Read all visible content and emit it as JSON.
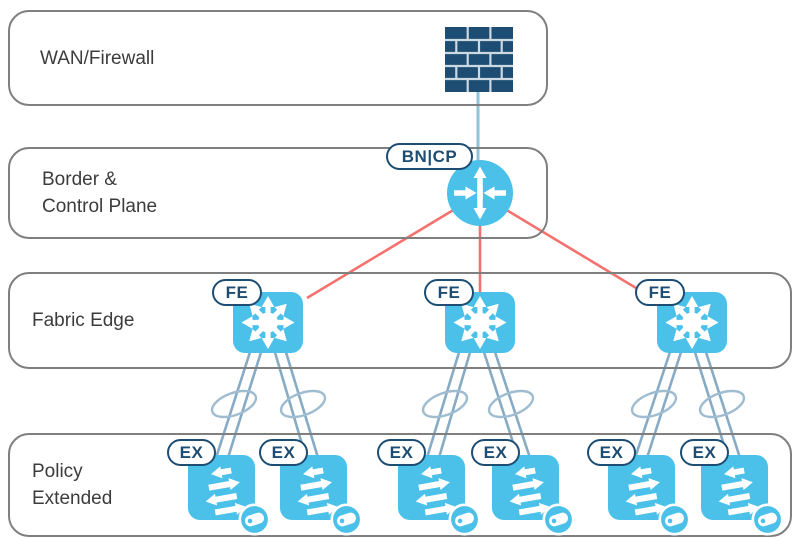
{
  "bands": [
    {
      "id": "wan-firewall",
      "lines": [
        "WAN/Firewall"
      ]
    },
    {
      "id": "border-control-plane",
      "lines": [
        "Border &",
        "Control Plane"
      ]
    },
    {
      "id": "fabric-edge",
      "lines": [
        "Fabric Edge"
      ]
    },
    {
      "id": "policy-extended",
      "lines": [
        "Policy",
        "Extended"
      ]
    }
  ],
  "tags": {
    "border_node": "BN|CP",
    "fabric_edge": [
      "FE",
      "FE",
      "FE"
    ],
    "extended_node": [
      "EX",
      "EX",
      "EX",
      "EX",
      "EX",
      "EX"
    ]
  },
  "icons": {
    "firewall": "firewall-brick-icon",
    "router": "router-icon",
    "fabric_switch": "fabric-switch-icon",
    "extended_switch": "extended-switch-icon",
    "badge": "tag-badge-icon",
    "bundle": "link-bundle-ellipse"
  },
  "colors": {
    "node_blue": "#4bc1ea",
    "navy": "#1d4d72",
    "link_steel": "#87abc5",
    "ellipse_steel": "#9fbcd0",
    "link_red": "#f4716d",
    "fw_link_blue": "#90c2da",
    "band_border": "#7f7f7f",
    "label_text": "#3c3c3c",
    "firewall_mortar": "#ccd9e2"
  }
}
